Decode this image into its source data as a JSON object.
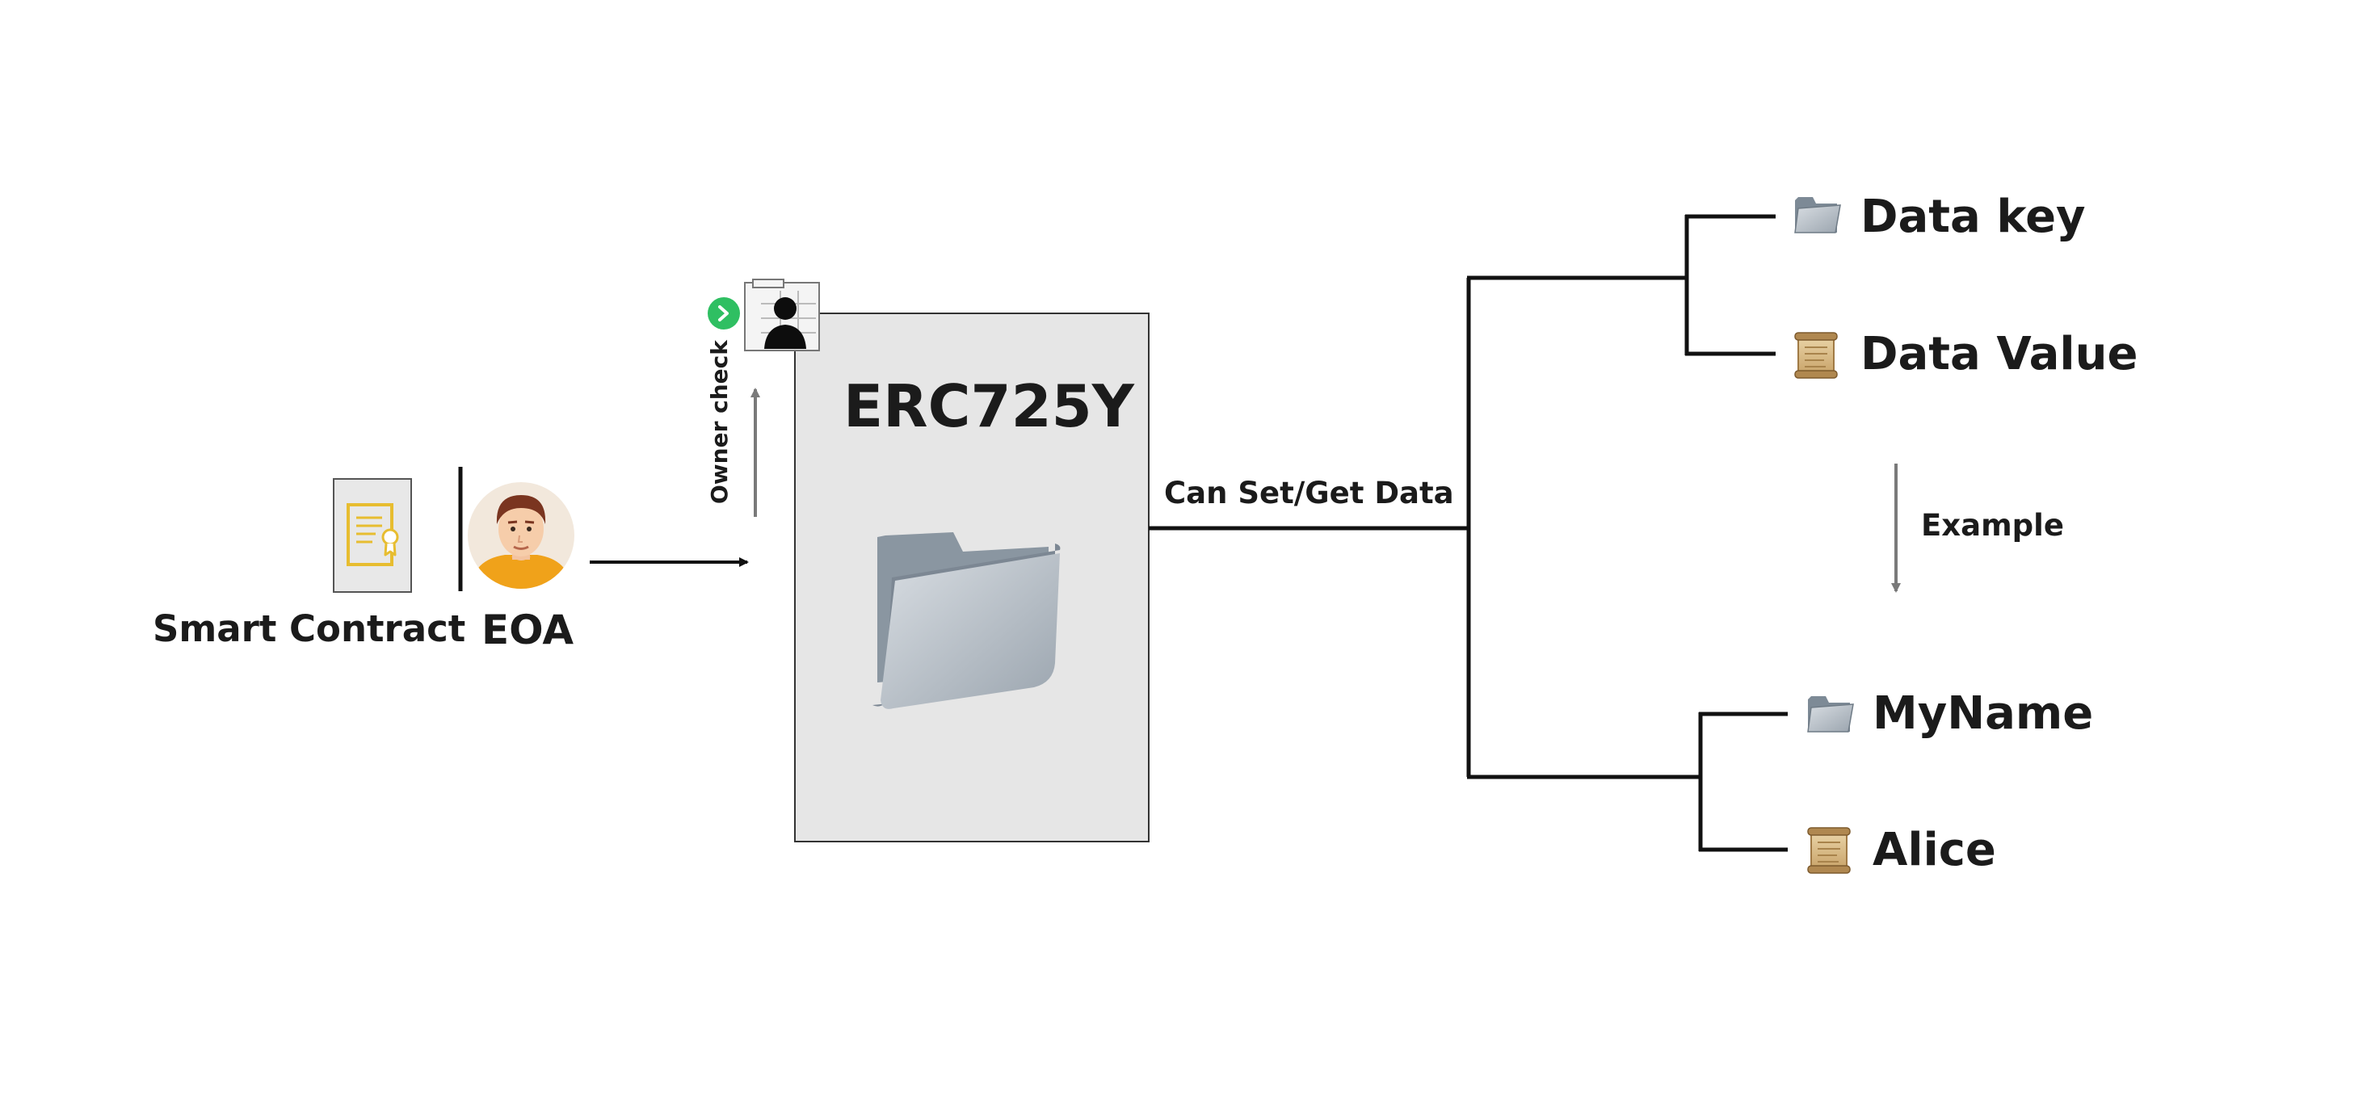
{
  "senders": {
    "smart_contract_label": "Smart Contract",
    "eoa_label": "EOA"
  },
  "owner_check_label": "Owner check",
  "erc725y": {
    "title": "ERC725Y",
    "icon": "folder-icon"
  },
  "link_label": "Can Set/Get Data",
  "schema": {
    "key_label": "Data key",
    "key_icon": "folder-icon",
    "value_label": "Data Value",
    "value_icon": "scroll-icon"
  },
  "example_label": "Example",
  "example": {
    "key_label": "MyName",
    "key_icon": "folder-icon",
    "value_label": "Alice",
    "value_icon": "scroll-icon"
  },
  "colors": {
    "line": "#111111",
    "gray_arrow": "#7a7a7a",
    "box_fill": "#e6e6e6",
    "box_stroke": "#333333",
    "contract_gold": "#e7bd30",
    "check_green": "#2fbf62",
    "folder_steel": "#a9b3bc"
  }
}
